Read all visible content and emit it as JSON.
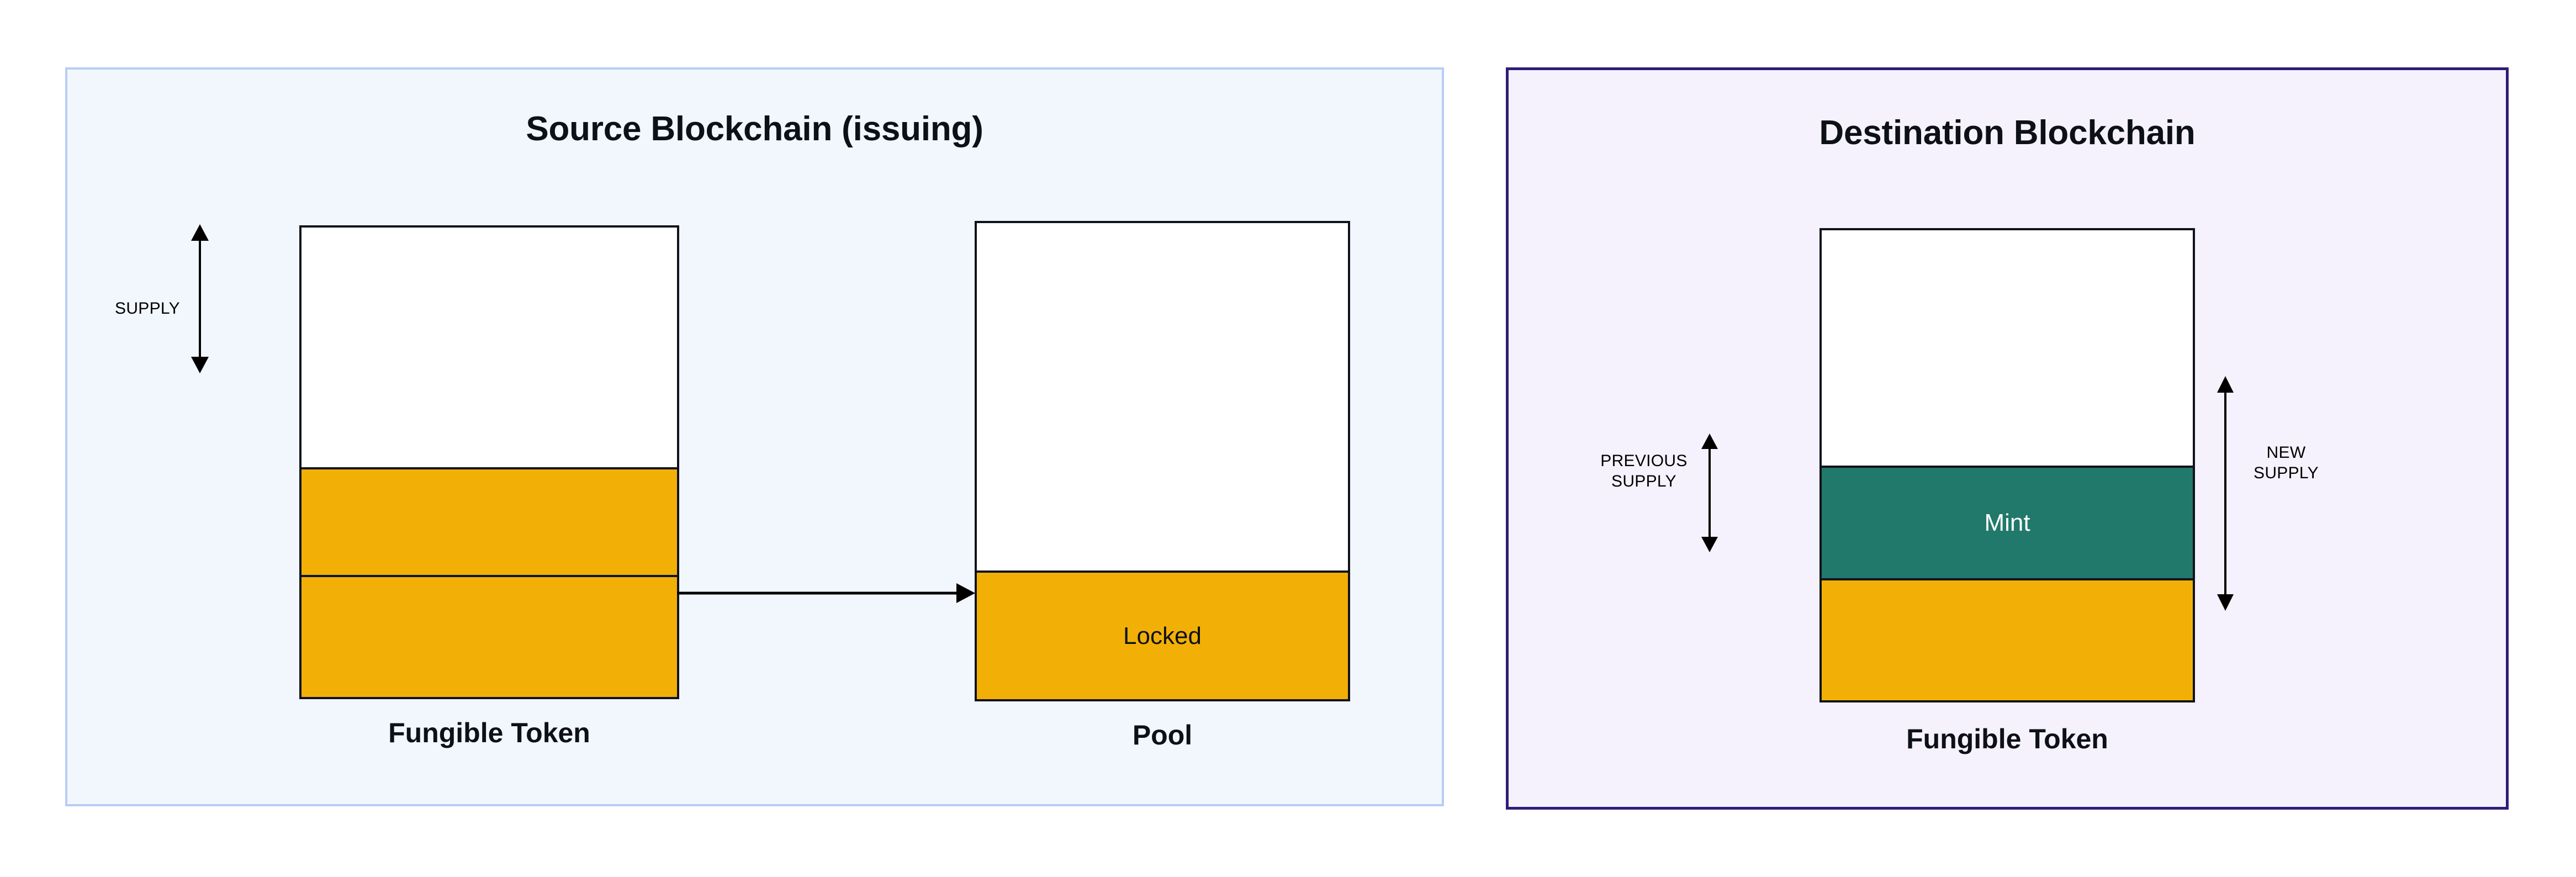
{
  "diagram": {
    "title_implicit": "Lock-and-mint token bridge",
    "colors": {
      "amber": "#f2b007",
      "teal": "#21796b",
      "outline": "#10131c",
      "source_panel_border": "#b7cdf5",
      "source_panel_fill": "#f2f6fd",
      "dest_panel_border": "#301b79",
      "dest_panel_fill": "#f5f2fd",
      "text": "#0d1117"
    }
  },
  "source_panel": {
    "title": "Source Blockchain (issuing)",
    "fungible_token": {
      "caption": "Fungible Token",
      "segments": [
        {
          "name": "headroom",
          "label": "",
          "fill": "white",
          "height_pct": 51
        },
        {
          "name": "supply-upper",
          "label": "",
          "fill": "amber",
          "height_pct": 23
        },
        {
          "name": "supply-lower",
          "label": "",
          "fill": "amber",
          "height_pct": 26
        }
      ]
    },
    "pool": {
      "caption": "Pool",
      "segments": [
        {
          "name": "headroom",
          "label": "",
          "fill": "white",
          "height_pct": 73
        },
        {
          "name": "locked",
          "label": "Locked",
          "fill": "amber",
          "height_pct": 27
        }
      ]
    },
    "supply_measure": {
      "label": "SUPPLY"
    },
    "transfer_arrow": {
      "label": "",
      "direction": "right"
    }
  },
  "dest_panel": {
    "title": "Destination Blockchain",
    "fungible_token": {
      "caption": "Fungible Token",
      "segments": [
        {
          "name": "headroom",
          "label": "",
          "fill": "white",
          "height_pct": 50
        },
        {
          "name": "mint",
          "label": "Mint",
          "fill": "teal",
          "height_pct": 24
        },
        {
          "name": "previous-supply",
          "label": "",
          "fill": "amber",
          "height_pct": 26
        }
      ]
    },
    "previous_supply_measure": {
      "label": "PREVIOUS\nSUPPLY"
    },
    "new_supply_measure": {
      "label": "NEW\nSUPPLY"
    }
  }
}
